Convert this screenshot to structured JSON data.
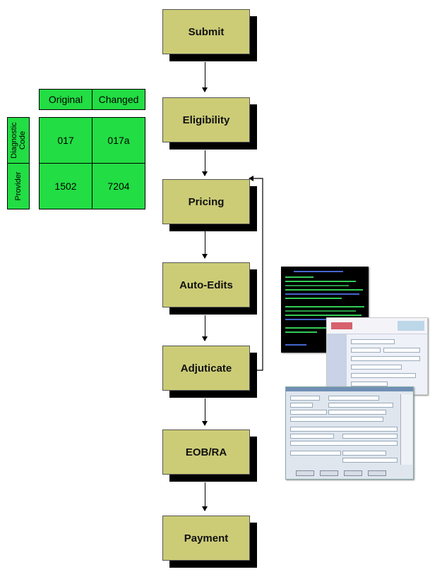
{
  "workflow": {
    "steps": [
      "Submit",
      "Eligibility",
      "Pricing",
      "Auto-Edits",
      "Adjuticate",
      "EOB/RA",
      "Payment"
    ]
  },
  "change_grid": {
    "col_headers": [
      "Original",
      "Changed"
    ],
    "row_labels": [
      "Diagnostic Code",
      "Provider"
    ],
    "rows": [
      {
        "original": "017",
        "changed": "017a"
      },
      {
        "original": "1502",
        "changed": "7204"
      }
    ]
  },
  "colors": {
    "step_fill": "#cccc77",
    "grid_fill": "#22dd44",
    "terminal_bg": "#000000",
    "terminal_text": "#33cc55"
  },
  "icons": [
    "mainframe-terminal-screenshot",
    "web-app-screenshot",
    "windows-form-screenshot"
  ]
}
